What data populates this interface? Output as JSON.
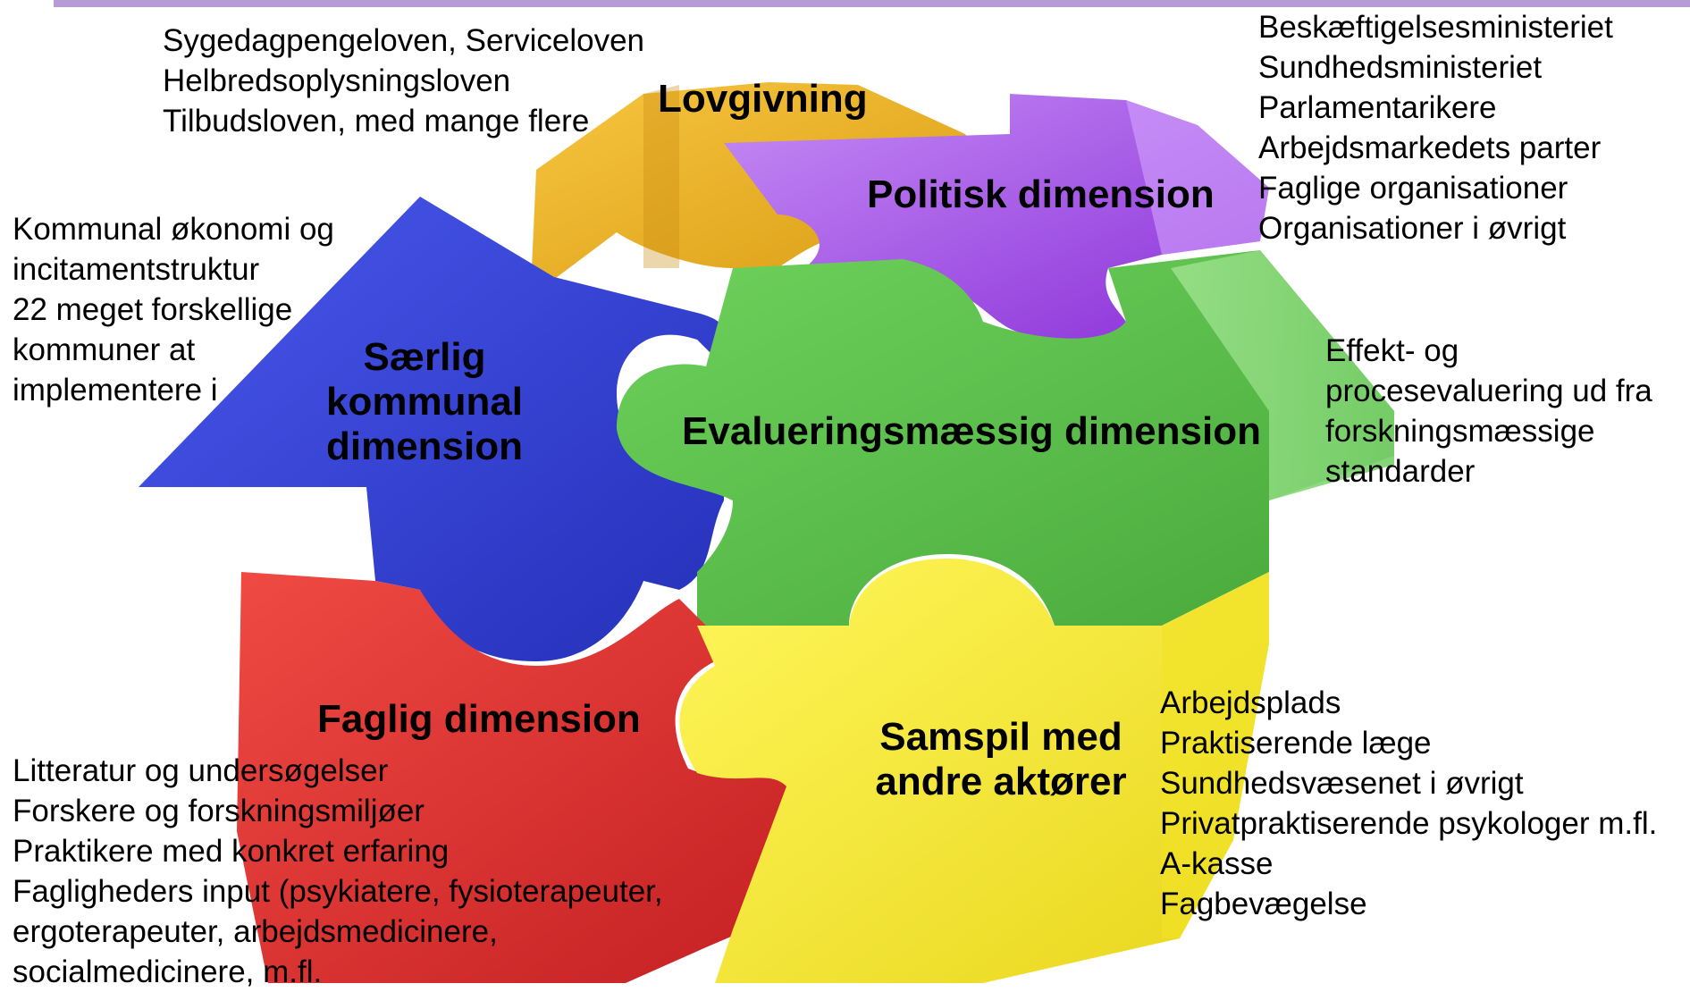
{
  "colors": {
    "accent_bar": "#b79bd6",
    "lovgivning": "#f2b522",
    "politisk": "#a24ee6",
    "kommunal": "#3a44d8",
    "evaluering": "#5cc24a",
    "faglig": "#e23434",
    "samspil": "#fff13a"
  },
  "pieces": {
    "lovgivning": {
      "title": "Lovgivning"
    },
    "politisk": {
      "title": "Politisk dimension"
    },
    "kommunal": {
      "title_lines": [
        "Særlig",
        "kommunal",
        "dimension"
      ]
    },
    "evaluering": {
      "title": "Evalueringsmæssig dimension"
    },
    "faglig": {
      "title": "Faglig dimension"
    },
    "samspil": {
      "title_lines": [
        "Samspil med",
        "andre aktører"
      ]
    }
  },
  "notes": {
    "lovgivning": [
      "Sygedagpengeloven, Serviceloven",
      "Helbredsoplysningsloven",
      "Tilbudsloven, med mange flere"
    ],
    "politisk": [
      "Beskæftigelsesministeriet",
      "Sundhedsministeriet",
      "Parlamentarikere",
      "Arbejdsmarkedets parter",
      "Faglige organisationer",
      "Organisationer i øvrigt"
    ],
    "kommunal": [
      "Kommunal økonomi og",
      "incitamentstruktur",
      "22 meget forskellige",
      "kommuner at",
      "implementere i"
    ],
    "evaluering": [
      "Effekt- og",
      "procesevaluering ud fra",
      "forskningsmæssige",
      "standarder"
    ],
    "faglig": [
      "Litteratur og undersøgelser",
      "Forskere og forskningsmiljøer",
      "Praktikere med konkret erfaring",
      "Fagligheders input (psykiatere, fysioterapeuter,",
      "ergoterapeuter, arbejdsmedicinere,",
      "socialmedicinere, m.fl."
    ],
    "samspil": [
      "Arbejdsplads",
      "Praktiserende læge",
      "Sundhedsvæsenet i øvrigt",
      "Privatpraktiserende psykologer m.fl.",
      "A-kasse",
      "Fagbevægelse"
    ]
  }
}
